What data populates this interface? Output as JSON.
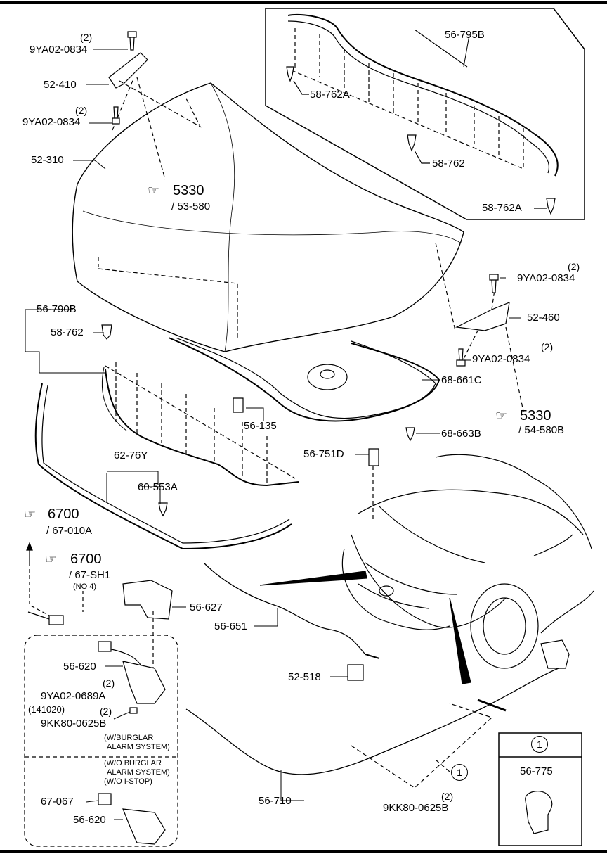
{
  "parts": {
    "p_56_795B": "56-795B",
    "p_58_762A_top": "58-762A",
    "p_58_762_top": "58-762",
    "p_58_762A_bot": "58-762A",
    "p_9YA02_0834_a": "9YA02-0834",
    "p_9YA02_0834_b": "9YA02-0834",
    "p_9YA02_0834_c": "9YA02-0834",
    "p_9YA02_0834_d": "9YA02-0834",
    "p_52_410": "52-410",
    "p_52_310": "52-310",
    "p_52_460": "52-460",
    "p_56_790B": "56-790B",
    "p_58_762_left": "58-762",
    "p_68_661C": "68-661C",
    "p_56_135": "56-135",
    "p_68_663B": "68-663B",
    "p_56_751D": "56-751D",
    "p_62_76Y": "62-76Y",
    "p_60_553A": "60-553A",
    "p_56_627": "56-627",
    "p_56_651": "56-651",
    "p_56_620_a": "56-620",
    "p_56_620_b": "56-620",
    "p_9YA02_0689A": "9YA02-0689A",
    "p_9KK80_0625B_a": "9KK80-0625B",
    "p_9KK80_0625B_b": "9KK80-0625B",
    "p_52_518": "52-518",
    "p_67_067": "67-067",
    "p_56_710": "56-710",
    "p_56_775": "56-775"
  },
  "quantities": {
    "q1": "(2)",
    "q2": "(2)",
    "q3": "(2)",
    "q4": "(2)",
    "q5": "(2)",
    "q6": "(2)",
    "q7": "(2)"
  },
  "refs": {
    "r1_num": "5330",
    "r1_sub": "/ 53-580",
    "r2_num": "5330",
    "r2_sub": "/ 54-580B",
    "r3_num": "6700",
    "r3_sub": "/ 67-010A",
    "r4_num": "6700",
    "r4_sub": "/ 67-SH1",
    "r4_note": "(NO 4)"
  },
  "notes": {
    "date": "(141020)",
    "burglar_1": "(W/BURGLAR",
    "burglar_2": "ALARM SYSTEM)",
    "noburglar_1": "(W/O BURGLAR",
    "noburglar_2": "ALARM SYSTEM)",
    "noburglar_3": "(W/O I-STOP)"
  },
  "callout": {
    "marker": "1",
    "inset_marker": "1"
  },
  "icons": {
    "hand": "☞"
  }
}
